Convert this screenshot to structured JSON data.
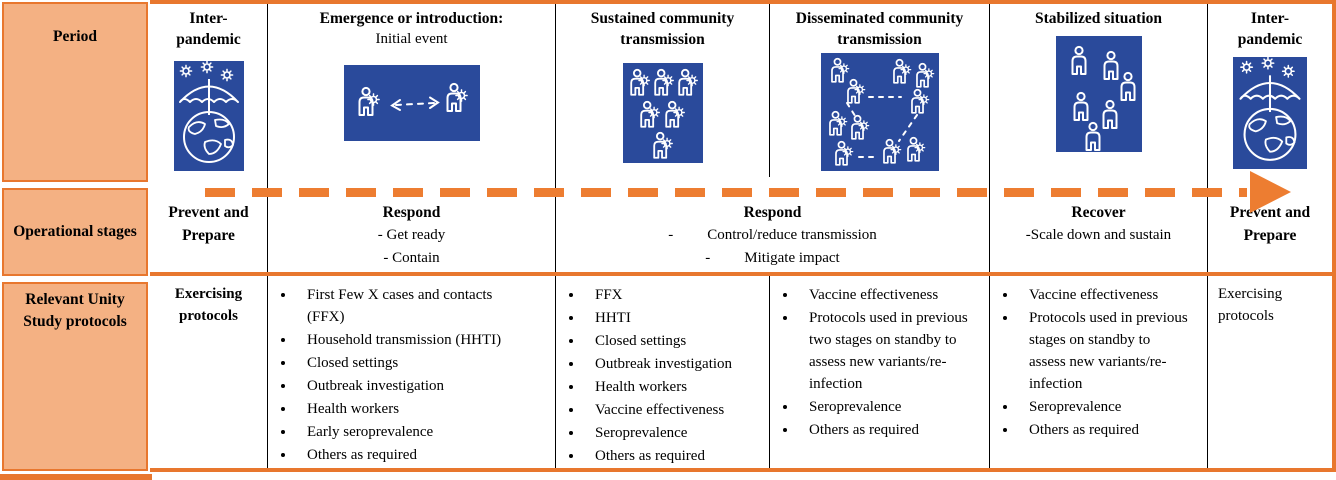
{
  "colors": {
    "accent_orange": "#ED7D31",
    "border_orange": "#E8772E",
    "light_orange_fill": "#F4B183",
    "icon_blue": "#2A4A9B"
  },
  "sidebar": {
    "row1_label": "Period",
    "row2_label": "Operational stages",
    "row3_label": "Relevant Unity Study protocols"
  },
  "periods": [
    {
      "title": "Inter-pandemic",
      "icon": "umbrella-globe-virus-icon"
    },
    {
      "title": "Emergence or introduction:",
      "subtitle": "Initial event",
      "icon": "person-to-person-transmission-icon"
    },
    {
      "title": "Sustained community transmission",
      "icon": "infected-cluster-icon"
    },
    {
      "title": "Disseminated community transmission",
      "icon": "spreading-clusters-icon"
    },
    {
      "title": "Stabilized situation",
      "icon": "population-icon"
    },
    {
      "title": "Inter-pandemic",
      "icon": "umbrella-globe-virus-icon"
    }
  ],
  "stages": [
    {
      "title": "Prevent and Prepare"
    },
    {
      "title": "Respond",
      "items": [
        "- Get ready",
        "- Contain"
      ]
    },
    {
      "title": "Respond",
      "dash": "-",
      "items": [
        "Control/reduce transmission",
        "Mitigate impact"
      ]
    },
    {
      "title": "Recover",
      "subtitle": "-Scale down and sustain"
    },
    {
      "title": "Prevent and Prepare"
    }
  ],
  "protocols": {
    "col1": {
      "text": "Exercising protocols"
    },
    "col2": {
      "items": [
        "First Few X cases and contacts (FFX)",
        "Household transmission (HHTI)",
        "Closed settings",
        "Outbreak investigation",
        "Health workers",
        "Early seroprevalence",
        "Others as required"
      ]
    },
    "col3": {
      "items": [
        "FFX",
        "HHTI",
        "Closed settings",
        "Outbreak investigation",
        "Health workers",
        "Vaccine effectiveness",
        "Seroprevalence",
        "Others as required"
      ]
    },
    "col4": {
      "items": [
        "Vaccine effectiveness",
        "Protocols used in previous two stages on standby to assess new variants/re-infection",
        "Seroprevalence",
        "Others as required"
      ]
    },
    "col5": {
      "items": [
        "Vaccine effectiveness",
        "Protocols used in previous stages on standby to assess new variants/re-infection",
        "Seroprevalence",
        "Others as required"
      ]
    },
    "col6": {
      "text": "Exercising protocols"
    }
  }
}
